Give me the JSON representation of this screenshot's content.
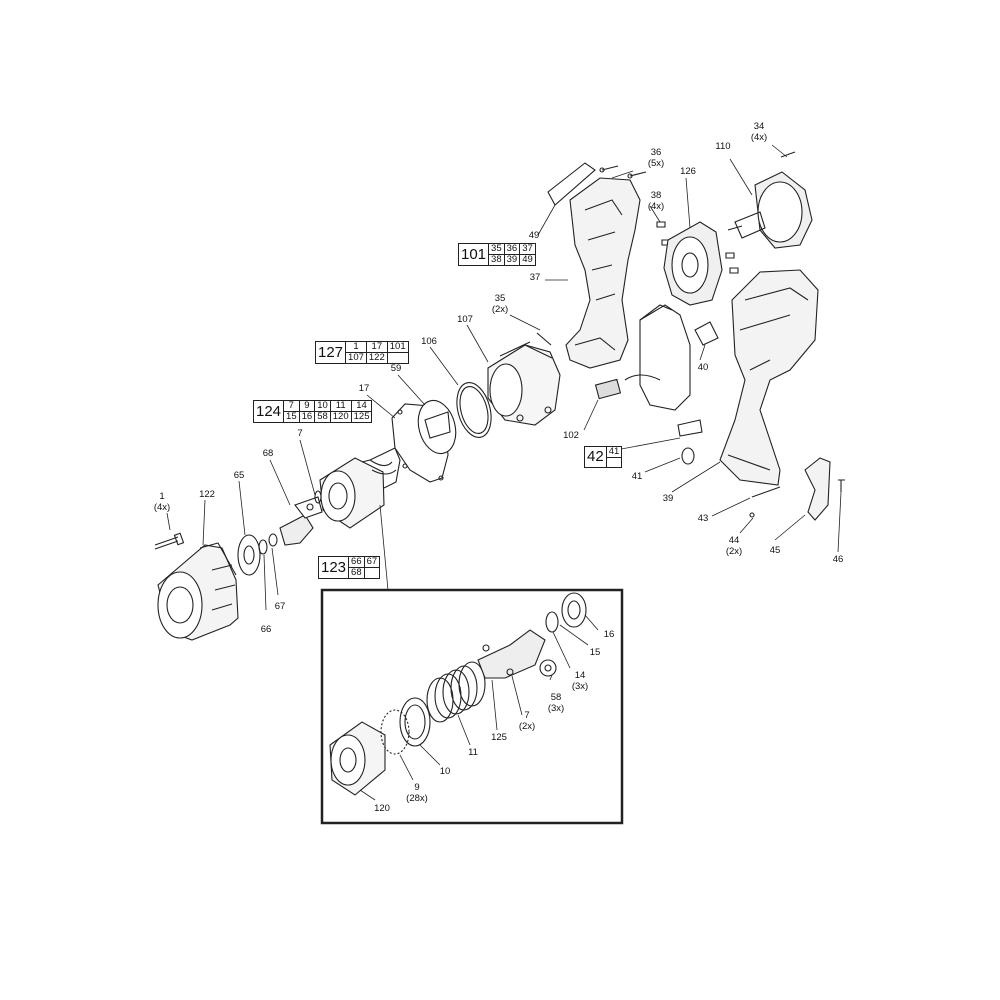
{
  "callouts": {
    "c1": "1",
    "c1q": "(4x)",
    "c122": "122",
    "c65": "65",
    "c68": "68",
    "c7a": "7",
    "c66": "66",
    "c67": "67",
    "c17": "17",
    "c59": "59",
    "c106": "106",
    "c107": "107",
    "c35": "35",
    "c35q": "(2x)",
    "c36": "36",
    "c36q": "(5x)",
    "c49": "49",
    "c37": "37",
    "c38": "38",
    "c38q": "(4x)",
    "c126": "126",
    "c110": "110",
    "c34": "34",
    "c34q": "(4x)",
    "c40": "40",
    "c102": "102",
    "c41": "41",
    "c39": "39",
    "c43": "43",
    "c44": "44",
    "c44q": "(2x)",
    "c45": "45",
    "c46": "46",
    "c16": "16",
    "c15": "15",
    "c14": "14",
    "c14q": "(3x)",
    "c58": "58",
    "c58q": "(3x)",
    "c7b": "7",
    "c7bq": "(2x)",
    "c125": "125",
    "c11": "11",
    "c10": "10",
    "c9": "9",
    "c9q": "(28x)",
    "c120": "120"
  },
  "kits": {
    "k101": {
      "num": "101",
      "row1": [
        "35",
        "36",
        "37"
      ],
      "row2": [
        "38",
        "39",
        "49"
      ]
    },
    "k127": {
      "num": "127",
      "row1": [
        "1",
        "17",
        "101"
      ],
      "row2": [
        "107",
        "122",
        ""
      ]
    },
    "k124": {
      "num": "124",
      "row1": [
        "7",
        "9",
        "10",
        "11",
        "14"
      ],
      "row2": [
        "15",
        "16",
        "58",
        "120",
        "125"
      ]
    },
    "k123": {
      "num": "123",
      "row1": [
        "66",
        "67"
      ],
      "row2": [
        "68"
      ]
    },
    "k42": {
      "num": "42",
      "row1": [
        "41"
      ],
      "row2": [
        ""
      ]
    }
  }
}
